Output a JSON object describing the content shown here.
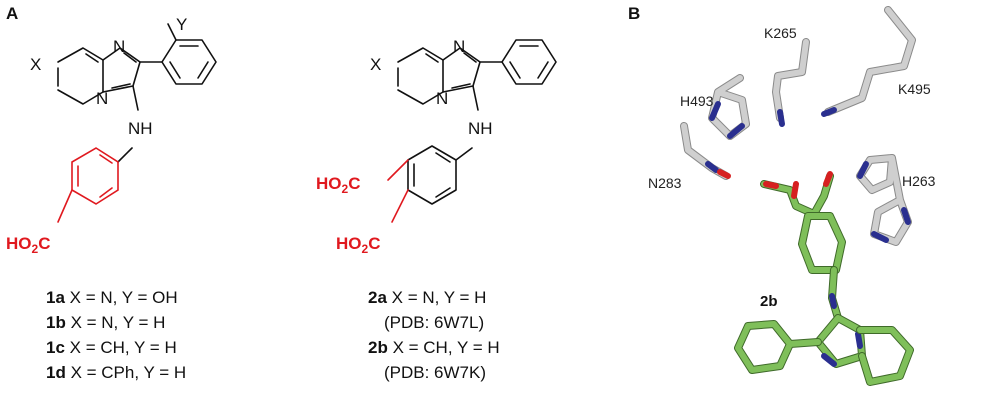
{
  "panels": {
    "a_label": "A",
    "b_label": "B"
  },
  "atoms": {
    "X": "X",
    "Y": "Y",
    "N": "N",
    "NH": "NH",
    "HO2C_main": "HO",
    "HO2C_sub": "2",
    "HO2C_tail": "C"
  },
  "compounds_left": [
    {
      "id": "1a",
      "text": " X = N, Y = OH"
    },
    {
      "id": "1b",
      "text": " X = N, Y = H"
    },
    {
      "id": "1c",
      "text": " X = CH, Y = H"
    },
    {
      "id": "1d",
      "text": " X = CPh, Y = H"
    }
  ],
  "compounds_right": [
    {
      "id": "2a",
      "text": " X = N, Y = H",
      "pdb": "(PDB: 6W7L)"
    },
    {
      "id": "2b",
      "text": " X = CH, Y = H",
      "pdb": "(PDB: 6W7K)"
    }
  ],
  "residues": [
    "K265",
    "H493",
    "K495",
    "N283",
    "H263"
  ],
  "ligand_label": "2b",
  "colors": {
    "acid_red": "#e0191f",
    "protein_grey": "#cfcfcf",
    "ligand_green": "#7fbf5a",
    "nitrogen_blue": "#2a2f8f",
    "oxygen_red": "#d62020"
  }
}
